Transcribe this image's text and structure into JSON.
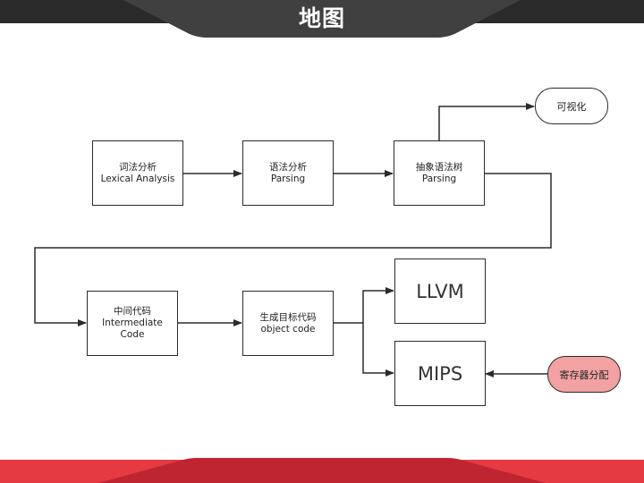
{
  "header": {
    "title": "地图"
  },
  "nodes": {
    "lexical": {
      "zh": "词法分析",
      "en": "Lexical Analysis"
    },
    "parsing": {
      "zh": "语法分析",
      "en": "Parsing"
    },
    "ast": {
      "zh": "抽象语法树",
      "en": "Parsing"
    },
    "visualize": {
      "label": "可视化"
    },
    "ir": {
      "zh": "中间代码",
      "en1": "Intermediate",
      "en2": "Code"
    },
    "codegen": {
      "zh": "生成目标代码",
      "en": "object code"
    },
    "llvm": {
      "label": "LLVM"
    },
    "mips": {
      "label": "MIPS"
    },
    "regalloc": {
      "label": "寄存器分配"
    }
  },
  "colors": {
    "header_bar": "#3d3d3d",
    "header_dark": "#2a2a2a",
    "footer_red": "#e53a41",
    "footer_dark_red": "#bf2530",
    "stroke": "#2b2b2b",
    "highlight_pill": "#f2a2a2"
  }
}
